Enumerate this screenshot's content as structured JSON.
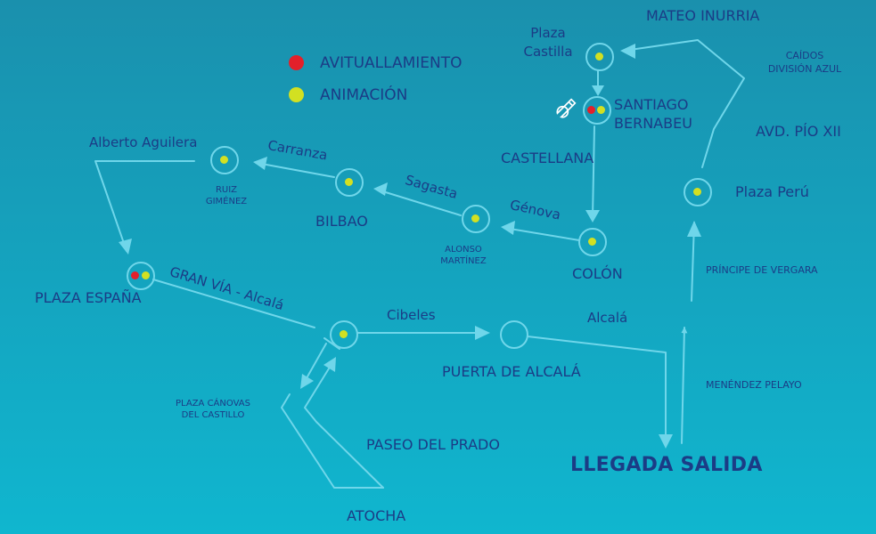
{
  "legend": {
    "refreshment": {
      "label": "AVITUALLAMIENTO",
      "color": "#e3202a"
    },
    "entertainment": {
      "label": "ANIMACIÓN",
      "color": "#d2e022"
    }
  },
  "colors": {
    "route": "#6fd6ea",
    "text": "#1b3c86",
    "background": "#17a2bd"
  },
  "labels": {
    "mateo_inurria": "MATEO INURRIA",
    "plaza_castilla_1": "Plaza",
    "plaza_castilla_2": "Castilla",
    "caidos_1": "CAÍDOS",
    "caidos_2": "DIVISIÓN AZUL",
    "santiago_1": "SANTIAGO",
    "santiago_2": "BERNABEU",
    "avd_pio": "AVD. PÍO XII",
    "castellana": "CASTELLANA",
    "plaza_peru": "Plaza Perú",
    "alberto_aguilera": "Alberto Aguilera",
    "carranza": "Carranza",
    "sagasta": "Sagasta",
    "genova": "Génova",
    "ruiz_1": "RUIZ",
    "ruiz_2": "GIMÉNEZ",
    "bilbao": "BILBAO",
    "alonso_1": "ALONSO",
    "alonso_2": "MARTÍNEZ",
    "colon": "COLÓN",
    "principe_vergara": "PRÍNCIPE DE VERGARA",
    "plaza_espana": "PLAZA ESPAÑA",
    "gran_via": "GRAN VÍA - Alcalá",
    "cibeles": "Cibeles",
    "alcala": "Alcalá",
    "puerta_alcala": "PUERTA DE ALCALÁ",
    "menendez_pelayo": "MENÉNDEZ PELAYO",
    "canovas_1": "PLAZA CÁNOVAS",
    "canovas_2": "DEL CASTILLO",
    "paseo_prado": "PASEO DEL PRADO",
    "llegada_salida": "LLEGADA SALIDA",
    "atocha": "ATOCHA"
  },
  "stations": [
    {
      "name": "Plaza Castilla",
      "services": [
        "ANIMACIÓN"
      ]
    },
    {
      "name": "SANTIAGO BERNABEU",
      "services": [
        "AVITUALLAMIENTO",
        "ANIMACIÓN"
      ],
      "icon": "wrench-icon"
    },
    {
      "name": "Plaza Perú",
      "services": [
        "ANIMACIÓN"
      ]
    },
    {
      "name": "RUIZ GIMÉNEZ",
      "services": [
        "ANIMACIÓN"
      ]
    },
    {
      "name": "BILBAO",
      "services": [
        "ANIMACIÓN"
      ]
    },
    {
      "name": "ALONSO MARTÍNEZ",
      "services": [
        "ANIMACIÓN"
      ]
    },
    {
      "name": "COLÓN",
      "services": [
        "ANIMACIÓN"
      ]
    },
    {
      "name": "PLAZA ESPAÑA",
      "services": [
        "AVITUALLAMIENTO",
        "ANIMACIÓN"
      ]
    },
    {
      "name": "Cibeles",
      "services": [
        "ANIMACIÓN"
      ]
    },
    {
      "name": "PUERTA DE ALCALÁ",
      "services": []
    }
  ]
}
